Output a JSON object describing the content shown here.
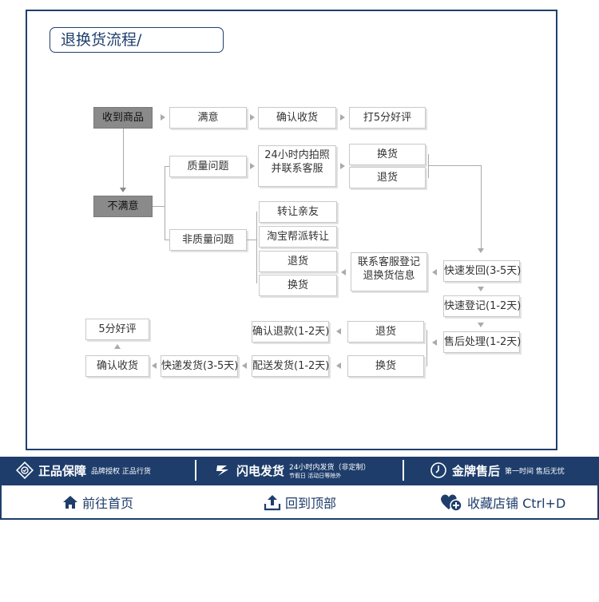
{
  "title": "退换货流程/",
  "flow": {
    "received": "收到商品",
    "satisfied": "满意",
    "confirm_receipt": "确认收货",
    "five_star": "打5分好评",
    "unsatisfied": "不满意",
    "quality_issue": "质量问题",
    "photo_contact_line1": "24小时内拍照",
    "photo_contact_line2": "并联系客服",
    "exchange": "换货",
    "return": "退货",
    "non_quality_issue": "非质量问题",
    "transfer_friend": "转让亲友",
    "taobao_transfer": "淘宝帮派转让",
    "return2": "退货",
    "exchange2": "换货",
    "register_line1": "联系客服登记",
    "register_line2": "退换货信息",
    "express_return": "快速发回(3-5天)",
    "quick_register": "快速登记(1-2天)",
    "after_sale": "售后处理(1-2天)",
    "return3": "退货",
    "exchange3": "换货",
    "confirm_refund": "确认退款(1-2天)",
    "delivery_ship": "配送发货(1-2天)",
    "express_ship": "快递发货(3-5天)",
    "confirm_receipt2": "确认收货",
    "five_star2": "5分好评"
  },
  "guarantee_bar": {
    "item1_title": "正品保障",
    "item1_sub": "品牌授权 正品行货",
    "item2_title": "闪电发货",
    "item2_sub_line1": "24小时内发货（非定制）",
    "item2_sub_line2": "节假日 活动日等除外",
    "item3_title": "金牌售后",
    "item3_sub": "第一时间 售后无忧",
    "icons": [
      "shield-badge-icon",
      "lightning-icon",
      "clock-icon"
    ],
    "background": "#1e3d6b"
  },
  "nav": {
    "home": "前往首页",
    "top": "回到顶部",
    "favorite": "收藏店铺 Ctrl+D",
    "icons": [
      "home-icon",
      "upload-top-icon",
      "heart-plus-icon"
    ]
  },
  "colors": {
    "brand": "#1e3d6b",
    "dark_box": "#8a8a8a",
    "connector": "#aaaaaa"
  }
}
